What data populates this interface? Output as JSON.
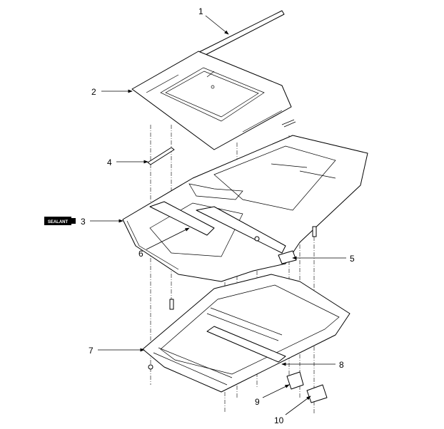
{
  "diagram": {
    "callouts": [
      {
        "number": "1"
      },
      {
        "number": "2"
      },
      {
        "number": "3"
      },
      {
        "number": "4"
      },
      {
        "number": "5"
      },
      {
        "number": "6"
      },
      {
        "number": "7"
      },
      {
        "number": "8"
      },
      {
        "number": "9"
      },
      {
        "number": "10"
      }
    ],
    "sealant_label": "SEALANT"
  }
}
